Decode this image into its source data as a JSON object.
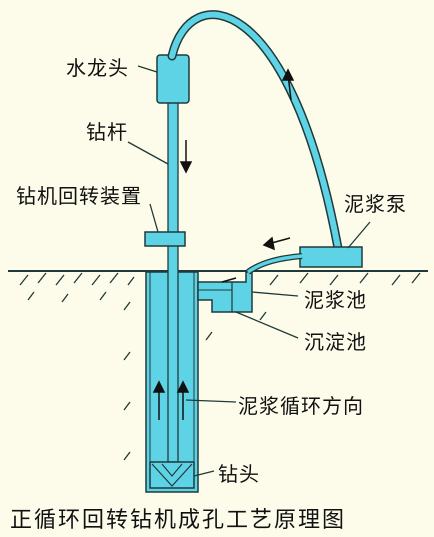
{
  "labels": {
    "swivel": "水龙头",
    "drill_rod": "钻杆",
    "rotary_device": "钻机回转装置",
    "mud_pump": "泥浆泵",
    "mud_pit": "泥浆池",
    "settling_pit": "沉淀池",
    "circulation_direction": "泥浆循环方向",
    "drill_bit": "钻头"
  },
  "caption": "正循环回转钻机成孔工艺原理图",
  "colors": {
    "background": "#fdfbe9",
    "fill": "#5fd3e6",
    "stroke": "#1f3a3a"
  }
}
